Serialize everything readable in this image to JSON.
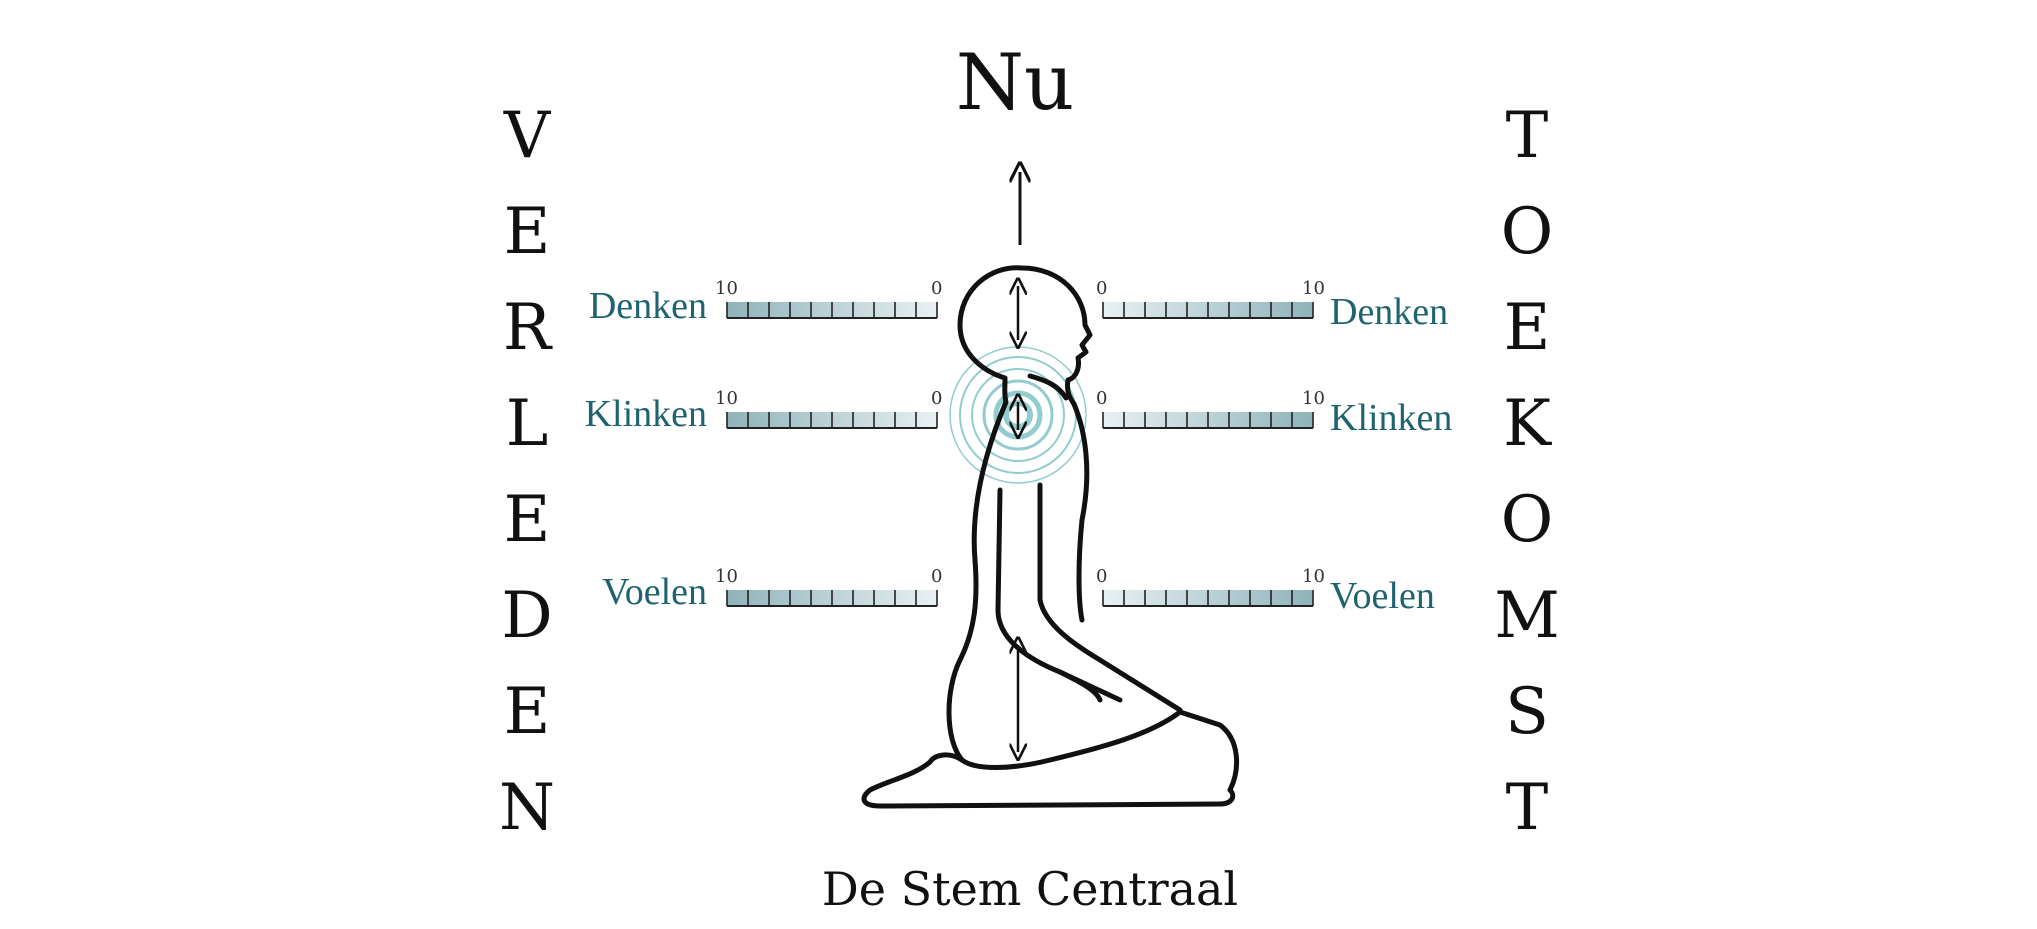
{
  "title": "Nu",
  "caption": "De Stem Centraal",
  "left_column": "VERLEDEN",
  "right_column": "TOEKOMST",
  "left_letters": [
    "V",
    "E",
    "R",
    "L",
    "E",
    "D",
    "E",
    "N"
  ],
  "right_letters": [
    "T",
    "O",
    "E",
    "K",
    "O",
    "M",
    "S",
    "T"
  ],
  "scale": {
    "min": "0",
    "max": "10"
  },
  "rows": [
    {
      "label": "Denken"
    },
    {
      "label": "Klinken"
    },
    {
      "label": "Voelen"
    }
  ],
  "colors": {
    "label": "#1f6370",
    "scale_fill": "#9bbec4",
    "ring": "#7fc4c6",
    "ink": "#111111"
  }
}
